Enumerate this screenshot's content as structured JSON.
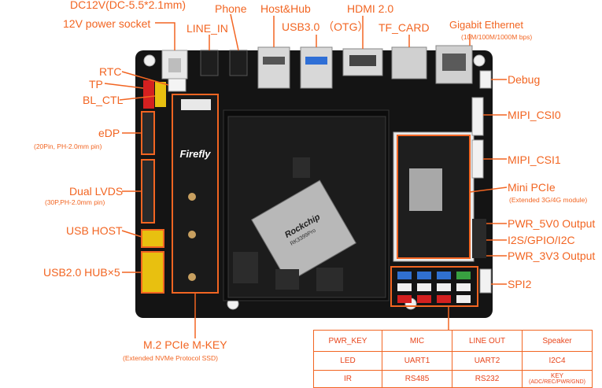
{
  "labels": {
    "dc12v": "DC12V(DC-5.5*2.1mm)",
    "power_socket": "12V power socket",
    "phone": "Phone",
    "host_hub": "Host&Hub",
    "hdmi": "HDMI 2.0",
    "gigabit": "Gigabit Ethernet",
    "gigabit_sub": "(10M/100M/1000M bps)",
    "line_in": "LINE_IN",
    "usb3": "USB3.0 （OTG）",
    "tf_card": "TF_CARD",
    "rtc": "RTC",
    "tp": "TP",
    "bl_ctl": "BL_CTL",
    "edp": "eDP",
    "edp_sub": "(20Pin, PH-2.0mm pin)",
    "lvds": "Dual LVDS",
    "lvds_sub": "(30P,PH-2.0mm pin)",
    "usb_host": "USB HOST",
    "usb_hub": "USB2.0 HUB×5",
    "debug": "Debug",
    "mipi0": "MIPI_CSI0",
    "mipi1": "MIPI_CSI1",
    "mini_pcie": "Mini PCIe",
    "mini_pcie_sub": "(Extended 3G/4G module)",
    "pwr5v": "PWR_5V0 Output",
    "i2s": "I2S/GPIO/I2C",
    "pwr3v3": "PWR_3V3 Output",
    "spi2": "SPI2",
    "m2": "M.2 PCIe M-KEY",
    "m2_sub": "(Extended NVMe Protocol SSD)"
  },
  "board": {
    "firefly_logo": "Firefly",
    "soc_brand": "Rockchip",
    "soc_model": "RK3399Pro"
  },
  "table": {
    "rows": [
      [
        "PWR_KEY",
        "MIC",
        "LINE OUT",
        "Speaker"
      ],
      [
        "LED",
        "UART1",
        "UART2",
        "I2C4"
      ],
      [
        "IR",
        "RS485",
        "RS232",
        "KEY"
      ]
    ],
    "key_sub": "(ADC/REC/PWR/GND)"
  }
}
